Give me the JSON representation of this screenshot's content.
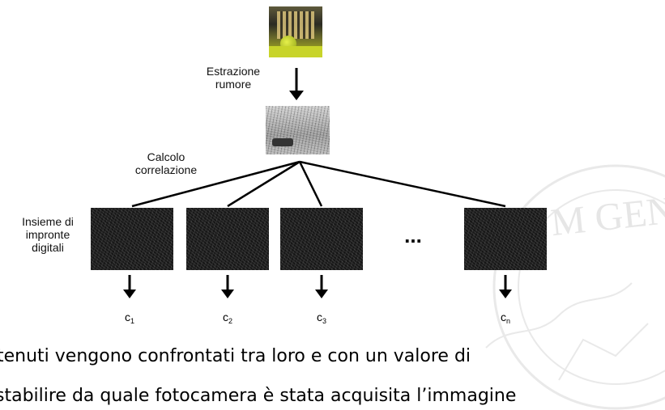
{
  "labels": {
    "extraction": "Estrazione\nrumore",
    "correlation": "Calcolo\ncorrelazione",
    "fingerprint_set": "Insieme di\nimpronte\ndigitali",
    "ellipsis": "..."
  },
  "outputs": [
    {
      "base": "c",
      "sub": "1"
    },
    {
      "base": "c",
      "sub": "2"
    },
    {
      "base": "c",
      "sub": "3"
    },
    {
      "base": "c",
      "sub": "n"
    }
  ],
  "watermark": {
    "text": "M GEN"
  },
  "caption": {
    "line1": "tenuti vengono confrontati tra loro e con un valore di",
    "line2": "stabilire da quale fotocamera è stata acquisita l’immagine"
  }
}
